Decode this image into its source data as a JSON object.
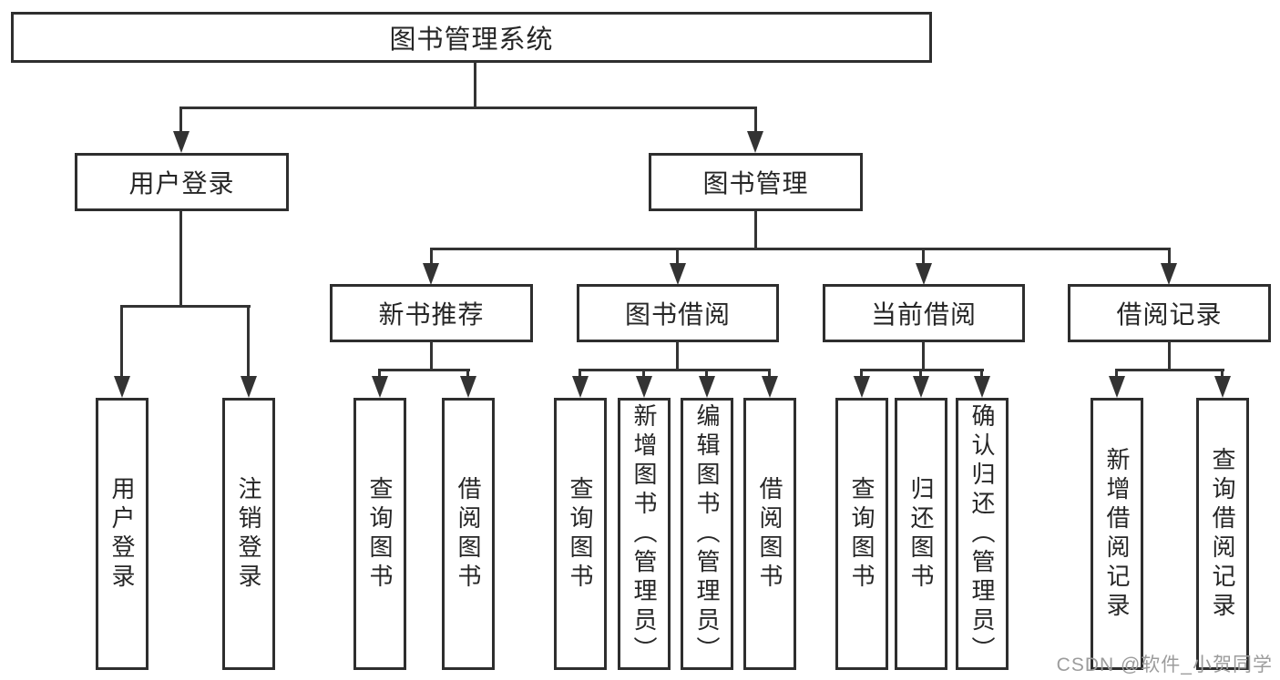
{
  "diagram": {
    "title": "图书管理系统",
    "user_login": {
      "label": "用户登录",
      "children": [
        "用户登录",
        "注销登录"
      ]
    },
    "book_mgmt": {
      "label": "图书管理",
      "groups": [
        {
          "label": "新书推荐",
          "children": [
            "查询图书",
            "借阅图书"
          ]
        },
        {
          "label": "图书借阅",
          "children": [
            "查询图书",
            "新增图书（管理员）",
            "编辑图书（管理员）",
            "借阅图书"
          ]
        },
        {
          "label": "当前借阅",
          "children": [
            "查询图书",
            "归还图书",
            "确认归还（管理员）"
          ]
        },
        {
          "label": "借阅记录",
          "children": [
            "新增借阅记录",
            "查询借阅记录"
          ]
        }
      ]
    },
    "watermark": "CSDN @软件_小贺同学",
    "colors": {
      "line": "#333333",
      "text": "#262626",
      "watermark": "#9c9c9c",
      "background": "#ffffff"
    }
  }
}
